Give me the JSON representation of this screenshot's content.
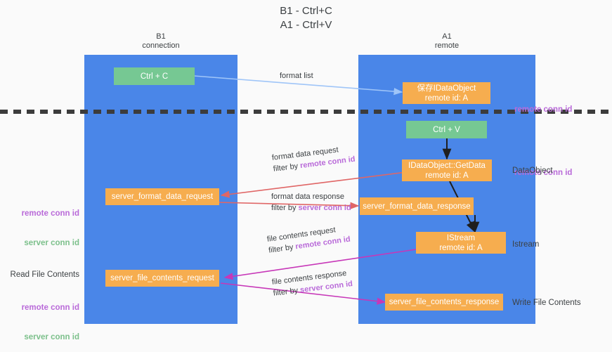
{
  "diagram": {
    "title": "B1 - Ctrl+C\nA1 - Ctrl+V",
    "columns": [
      {
        "name": "b1",
        "label": "B1\nconnection"
      },
      {
        "name": "a1",
        "label": "A1\nremote"
      }
    ],
    "colors": {
      "lane": "#4a86e8",
      "green_box": "#76c893",
      "orange_box": "#f6ad4f",
      "remote_conn_id": "#b96ad9",
      "server_conn_id": "#7cc08b",
      "arrow_format_list": "#9fc5f8",
      "arrow_format_data": "#e06666",
      "arrow_file_contents": "#c737b8",
      "arrow_internal": "#1f1f1f",
      "separator": "#3c3c3c"
    },
    "boxes": {
      "ctrl_c": "Ctrl + C",
      "save_idataobject": "保存IDataObject\nremote id: A",
      "ctrl_v": "Ctrl + V",
      "idataobject_getdata": "IDataObject::GetData\nremote id: A",
      "server_format_data_request": "server_format_data_request",
      "server_format_data_response": "server_format_data_response",
      "istream": "IStream\nremote id: A",
      "server_file_contents_request": "server_file_contents_request",
      "server_file_contents_response": "server_file_contents_response"
    },
    "right_labels": {
      "remote_conn_id_top": "remote conn id",
      "remote_conn_id_mid": "remote conn id",
      "dataobject": "DataObject",
      "istream": "Istream",
      "write_file_contents": "Write File Contents"
    },
    "left_labels": {
      "legend_mid": {
        "line1": "remote conn id",
        "line2": "server conn id"
      },
      "read_file_contents": "Read File Contents",
      "legend_bottom": {
        "line1": "remote conn id",
        "line2": "server conn id"
      }
    },
    "edges": [
      {
        "name": "format-list",
        "line1_plain": "format list",
        "line2_plain": "",
        "line2_keyword": ""
      },
      {
        "name": "format-data-request",
        "line1_plain": "format data request",
        "line2_plain": "filter by ",
        "line2_keyword": "remote conn id"
      },
      {
        "name": "format-data-response",
        "line1_plain": "format data response",
        "line2_plain": "filter by ",
        "line2_keyword": "server conn id"
      },
      {
        "name": "file-contents-request",
        "line1_plain": "file contents request",
        "line2_plain": "filter by ",
        "line2_keyword": "remote conn id"
      },
      {
        "name": "file-contents-response",
        "line1_plain": "file contents response",
        "line2_plain": "filter by ",
        "line2_keyword": "server conn id"
      }
    ]
  }
}
